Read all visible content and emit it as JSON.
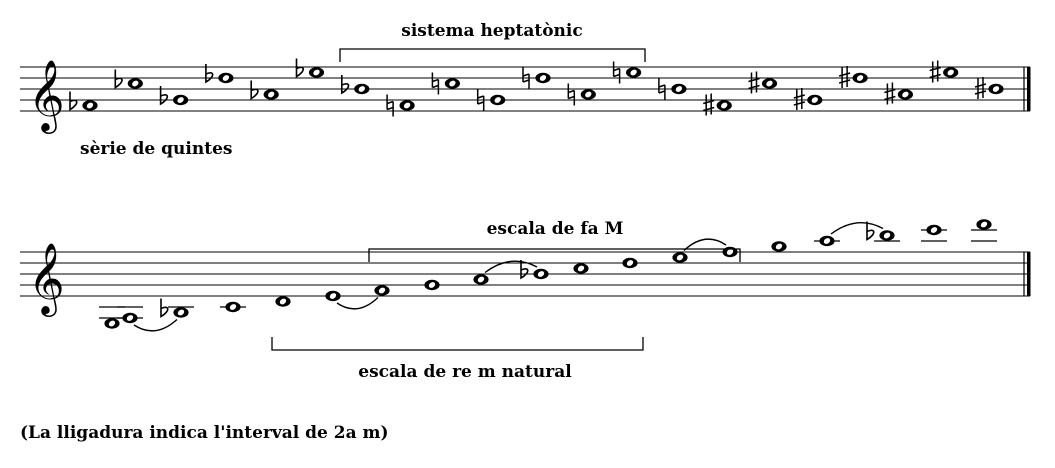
{
  "system1": {
    "bracket_label": "sistema heptatònic",
    "caption": "sèrie de quintes",
    "notes": [
      {
        "acc": "flat",
        "pitch": "F4"
      },
      {
        "acc": "flat",
        "pitch": "C5"
      },
      {
        "acc": "flat",
        "pitch": "G4"
      },
      {
        "acc": "flat",
        "pitch": "D5"
      },
      {
        "acc": "flat",
        "pitch": "A4"
      },
      {
        "acc": "flat",
        "pitch": "E5"
      },
      {
        "acc": "flat",
        "pitch": "B4"
      },
      {
        "acc": "natural",
        "pitch": "F4"
      },
      {
        "acc": "natural",
        "pitch": "C5"
      },
      {
        "acc": "natural",
        "pitch": "G4"
      },
      {
        "acc": "natural",
        "pitch": "D5"
      },
      {
        "acc": "natural",
        "pitch": "A4"
      },
      {
        "acc": "natural",
        "pitch": "E5"
      },
      {
        "acc": "natural",
        "pitch": "B4"
      },
      {
        "acc": "sharp",
        "pitch": "F4"
      },
      {
        "acc": "sharp",
        "pitch": "C5"
      },
      {
        "acc": "sharp",
        "pitch": "G4"
      },
      {
        "acc": "sharp",
        "pitch": "D5"
      },
      {
        "acc": "sharp",
        "pitch": "A4"
      },
      {
        "acc": "sharp",
        "pitch": "E5"
      },
      {
        "acc": "sharp",
        "pitch": "B4"
      }
    ]
  },
  "system2": {
    "top_bracket_label": "escala de fa M",
    "bottom_bracket_label": "escala de re m natural",
    "notes": [
      {
        "acc": "",
        "pitch": "G3"
      },
      {
        "acc": "",
        "pitch": "A3"
      },
      {
        "acc": "flat",
        "pitch": "B3"
      },
      {
        "acc": "",
        "pitch": "C4"
      },
      {
        "acc": "",
        "pitch": "D4"
      },
      {
        "acc": "",
        "pitch": "E4"
      },
      {
        "acc": "",
        "pitch": "F4"
      },
      {
        "acc": "",
        "pitch": "G4"
      },
      {
        "acc": "",
        "pitch": "A4"
      },
      {
        "acc": "flat",
        "pitch": "B4"
      },
      {
        "acc": "",
        "pitch": "C5"
      },
      {
        "acc": "",
        "pitch": "D5"
      },
      {
        "acc": "",
        "pitch": "E5"
      },
      {
        "acc": "",
        "pitch": "F5"
      },
      {
        "acc": "",
        "pitch": "G5"
      },
      {
        "acc": "",
        "pitch": "A5"
      },
      {
        "acc": "flat",
        "pitch": "B5"
      },
      {
        "acc": "",
        "pitch": "C6"
      },
      {
        "acc": "",
        "pitch": "D6"
      }
    ],
    "slurs": [
      [
        1,
        2
      ],
      [
        5,
        6
      ],
      [
        8,
        9
      ],
      [
        12,
        13
      ],
      [
        15,
        16
      ]
    ]
  },
  "footnote": "(La lligadura indica l'interval de 2a m)"
}
